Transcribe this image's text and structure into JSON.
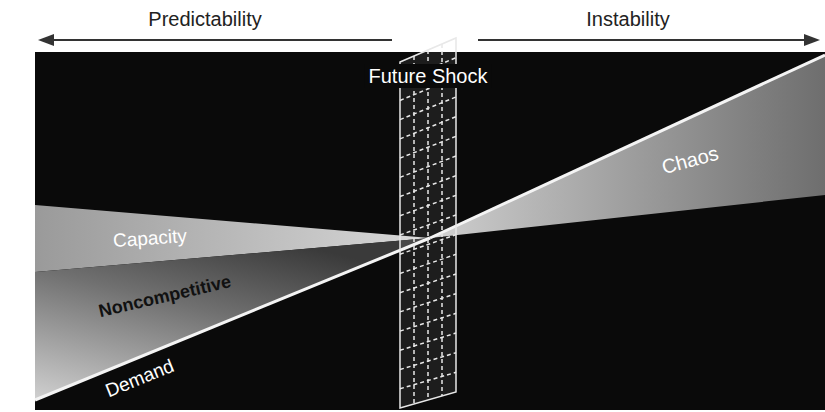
{
  "diagram": {
    "labels": [
      "Predictability",
      "Instability",
      "Future Shock",
      "Capacity",
      "Noncompetitive",
      "Demand",
      "Chaos"
    ]
  }
}
